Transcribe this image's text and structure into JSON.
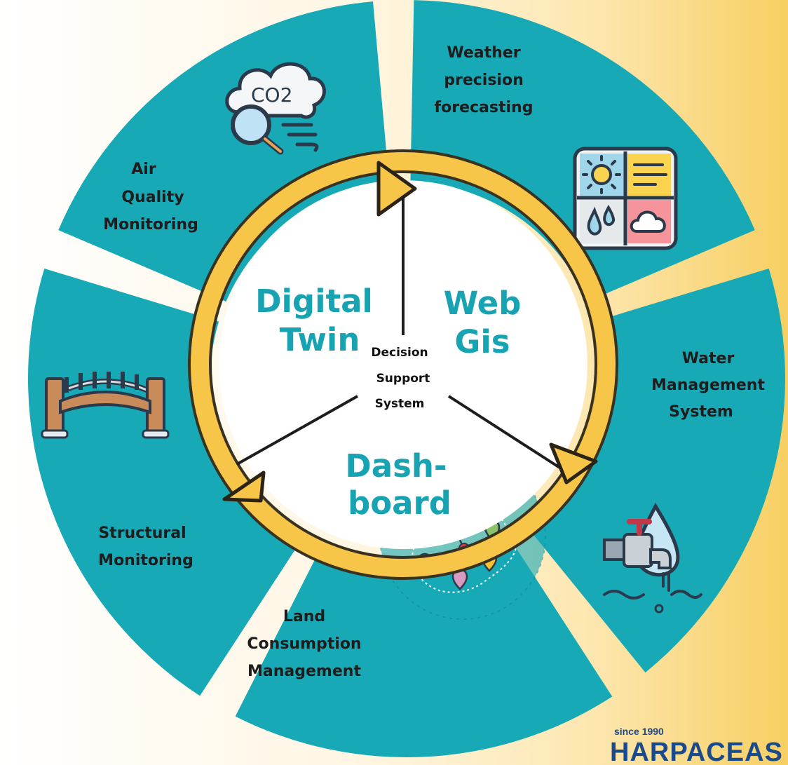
{
  "colors": {
    "segment": "#17a9b6",
    "ring": "#f7c547",
    "core": "#ffffff",
    "text": "#1d1d1d",
    "coreText": "#17a3b2",
    "logo": "#1b4a8c"
  },
  "segments": [
    {
      "name": "weather",
      "lines": [
        "Weather",
        "precision",
        "forecasting"
      ],
      "icon": "weather-grid-icon"
    },
    {
      "name": "water",
      "lines": [
        "Water",
        "Management",
        "System"
      ],
      "icon": "water-tap-icon"
    },
    {
      "name": "land",
      "lines": [
        "Land",
        "Consumption",
        "Management"
      ],
      "icon": "map-pins-icon"
    },
    {
      "name": "structural",
      "lines": [
        "Structural",
        "Monitoring"
      ],
      "icon": "bridge-icon"
    },
    {
      "name": "air",
      "lines": [
        "Air",
        "Quality",
        "Monitoring"
      ],
      "icon": "co2-cloud-icon"
    }
  ],
  "core": [
    {
      "name": "digital-twin",
      "lines": [
        "Digital",
        "Twin"
      ]
    },
    {
      "name": "web-gis",
      "lines": [
        "Web",
        "Gis"
      ]
    },
    {
      "name": "dashboard",
      "lines": [
        "Dash-",
        "board"
      ]
    }
  ],
  "center": {
    "lines": [
      "Decision",
      "Support",
      "System"
    ]
  },
  "logo": {
    "since": "since 1990",
    "name": "HARPACEAS"
  },
  "icons": {
    "co2_text": "CO2"
  }
}
